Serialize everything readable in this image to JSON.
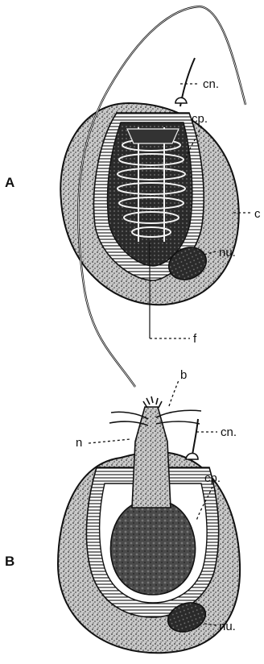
{
  "panel_a": {
    "letter": "A",
    "labels": {
      "cn": "cn.",
      "cp": "cp.",
      "c": "c",
      "nu": "nu.",
      "f": "f"
    }
  },
  "panel_b": {
    "letter": "B",
    "labels": {
      "b": "b",
      "n": "n",
      "cn": "cn.",
      "cp": "cp.",
      "nu": "nu."
    }
  },
  "colors": {
    "ink": "#111111",
    "paper": "#ffffff",
    "stipple": "#9a9a9a",
    "dark": "#2a2a2a"
  }
}
